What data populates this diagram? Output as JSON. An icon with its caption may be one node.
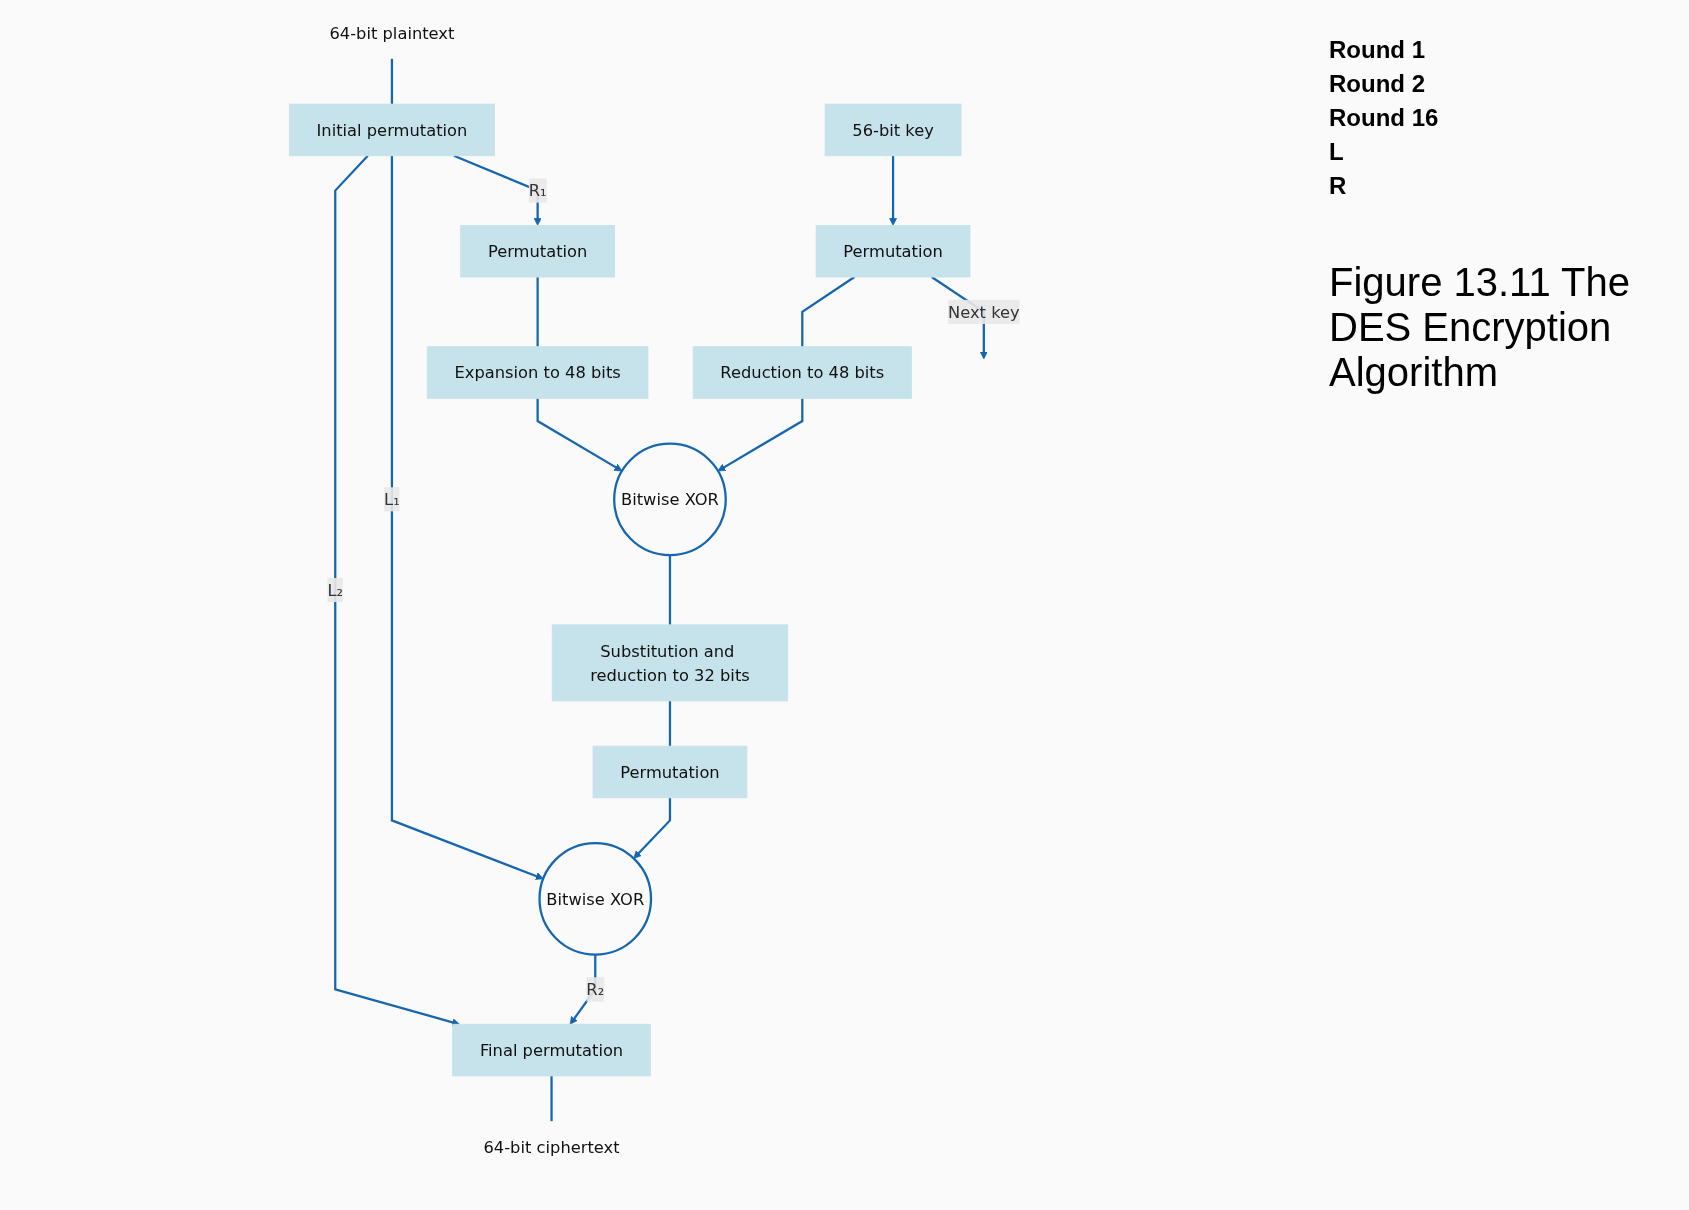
{
  "diagram": {
    "caption": "Figure 13.11 The DES Encryption Algorithm",
    "nodes": [
      {
        "text": [
          "64-bit plaintext"
        ]
      },
      {
        "text": [
          "Initial permutation"
        ]
      },
      {
        "text": [
          "56-bit key"
        ]
      },
      {
        "text": [
          "Permutation"
        ]
      },
      {
        "text": [
          "Permutation"
        ]
      },
      {
        "text": [
          "Expansion to 48 bits"
        ]
      },
      {
        "text": [
          "Reduction to 48 bits"
        ]
      },
      {
        "text": [
          "Bitwise XOR"
        ]
      },
      {
        "text": [
          "Substitution and reduction to 32 bits"
        ]
      },
      {
        "text": [
          "Permutation"
        ]
      },
      {
        "text": [
          "Bitwise XOR"
        ]
      },
      {
        "text": [
          "Final permutation"
        ]
      },
      {
        "text": [
          "64-bit ciphertext"
        ]
      }
    ],
    "edges": [
      {
        "from": 0,
        "to": 1,
        "arrow": "none"
      },
      {
        "from": 1,
        "to": 3,
        "arrow": "to",
        "label": "R₁"
      },
      {
        "from": 1,
        "to": 10,
        "arrow": "to",
        "label": "L₁"
      },
      {
        "from": 1,
        "to": 11,
        "arrow": "to",
        "label": "L₂"
      },
      {
        "from": 2,
        "to": 4,
        "arrow": "to"
      },
      {
        "from": 4,
        "to": null,
        "arrow": "to",
        "label": "Next key"
      },
      {
        "from": 3,
        "to": 5,
        "arrow": "none"
      },
      {
        "from": 4,
        "to": 6,
        "arrow": "none"
      },
      {
        "from": 5,
        "to": 7,
        "arrow": "to"
      },
      {
        "from": 6,
        "to": 7,
        "arrow": "to"
      },
      {
        "from": 7,
        "to": 8,
        "arrow": "none"
      },
      {
        "from": 8,
        "to": 9,
        "arrow": "none"
      },
      {
        "from": 9,
        "to": 10,
        "arrow": "to"
      },
      {
        "from": 10,
        "to": 11,
        "arrow": "to",
        "label": "R₂"
      },
      {
        "from": 11,
        "to": 12,
        "arrow": "none"
      }
    ],
    "labels": [
      "Round 1",
      "Round 2",
      "Round 16",
      "L",
      "R"
    ]
  }
}
